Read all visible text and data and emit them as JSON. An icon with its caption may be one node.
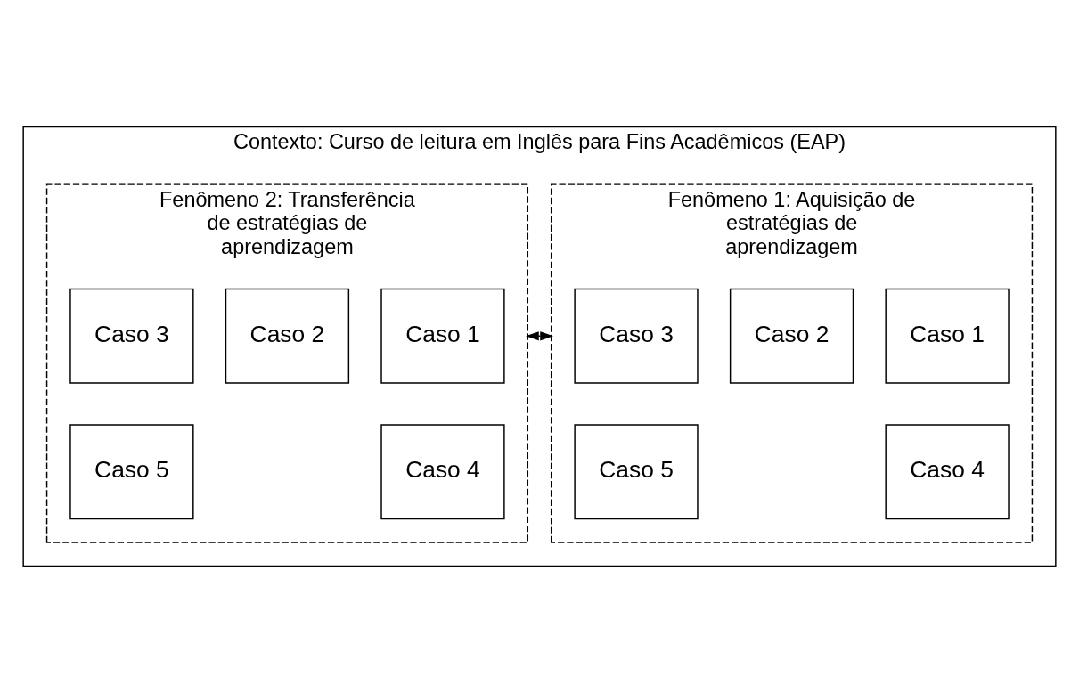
{
  "diagram": {
    "nodes": [
      {
        "text": [
          "Contexto: Curso de leitura em Inglês para Fins Acadêmicos (EAP)"
        ]
      },
      {
        "text": [
          "Fenômeno 1: Aquisição de estratégias de aprendizagem"
        ],
        "in": 0
      },
      {
        "text": [
          "Caso 1"
        ],
        "in": 1
      },
      {
        "text": [
          "Caso 2"
        ],
        "in": 1
      },
      {
        "text": [
          "Caso 3"
        ],
        "in": 1
      },
      {
        "text": [
          "Caso 4"
        ],
        "in": 1
      },
      {
        "text": [
          "Caso 5"
        ],
        "in": 1
      },
      {
        "text": [
          "Fenômeno 2: Transferência de estratégias de aprendizagem"
        ],
        "in": 0
      },
      {
        "text": [
          "Caso 1"
        ],
        "in": 7
      },
      {
        "text": [
          "Caso 2"
        ],
        "in": 7
      },
      {
        "text": [
          "Caso 3"
        ],
        "in": 7
      },
      {
        "text": [
          "Caso 4"
        ],
        "in": 7
      },
      {
        "text": [
          "Caso 5"
        ],
        "in": 7
      }
    ],
    "edges": [
      {
        "from": 1,
        "to": 7,
        "arrow": "both"
      }
    ]
  }
}
